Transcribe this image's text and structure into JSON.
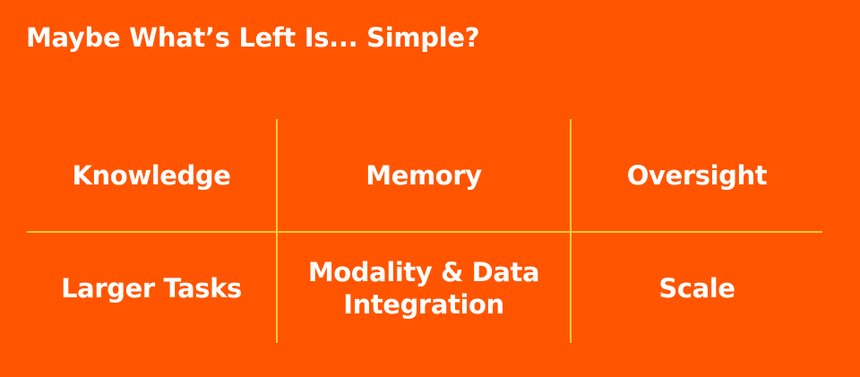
{
  "slide": {
    "title": "Maybe What’s Left Is... Simple?",
    "background_color": "#ff5500",
    "grid_line_color": "#ffc72c",
    "text_color": "#ffffff",
    "grid": {
      "rows": [
        [
          "Knowledge",
          "Memory",
          "Oversight"
        ],
        [
          "Larger Tasks",
          "Modality & Data Integration",
          "Scale"
        ]
      ]
    }
  }
}
